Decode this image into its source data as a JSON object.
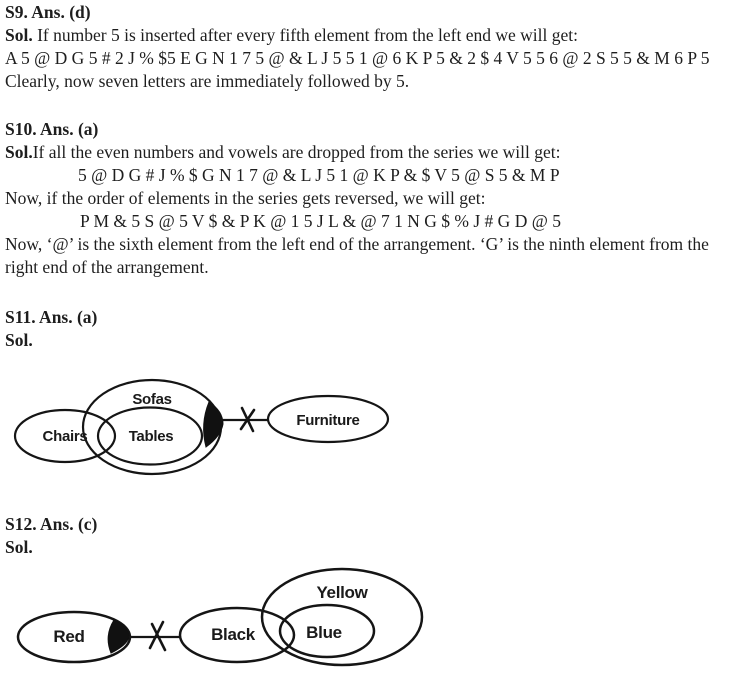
{
  "s9": {
    "heading": "S9. Ans. (d)",
    "sol_label": "Sol.",
    "sol_text": " If number 5 is inserted after every fifth element from the left end we will get:",
    "series": "A 5 @ D G 5 # 2 J % $5 E G N 1 7 5 @ & L J 5 5 1 @ 6 K P 5 & 2 $ 4 V 5 5 6 @ 2 S 5 5 & M 6 P 5",
    "conclusion": "Clearly, now seven letters are immediately followed by 5."
  },
  "s10": {
    "heading": "S10. Ans. (a)",
    "sol_label": "Sol.",
    "sol_text": "If all the even numbers and vowels are dropped from the series we will get:",
    "series1": "5 @ D G # J % $ G N 1 7 @ & L J 5 1 @ K P & $ V 5 @ S 5 & M P",
    "reverse_intro": "Now, if the order of elements in the series gets reversed, we will get:",
    "series2": "P M & 5 S @ 5 V $ & P K @ 1 5 J L & @ 7 1 N G $ % J # G D @ 5",
    "conclusion": "Now, ‘@’ is the sixth element from the left end of the arrangement. ‘G’ is the ninth element from the right end of the arrangement."
  },
  "s11": {
    "heading": "S11. Ans. (a)",
    "sol_label": "Sol.",
    "venn": {
      "sofas": "Sofas",
      "chairs": "Chairs",
      "tables": "Tables",
      "furniture": "Furniture"
    }
  },
  "s12": {
    "heading": "S12. Ans. (c)",
    "sol_label": "Sol.",
    "venn": {
      "red": "Red",
      "black": "Black",
      "yellow": "Yellow",
      "blue": "Blue"
    }
  }
}
